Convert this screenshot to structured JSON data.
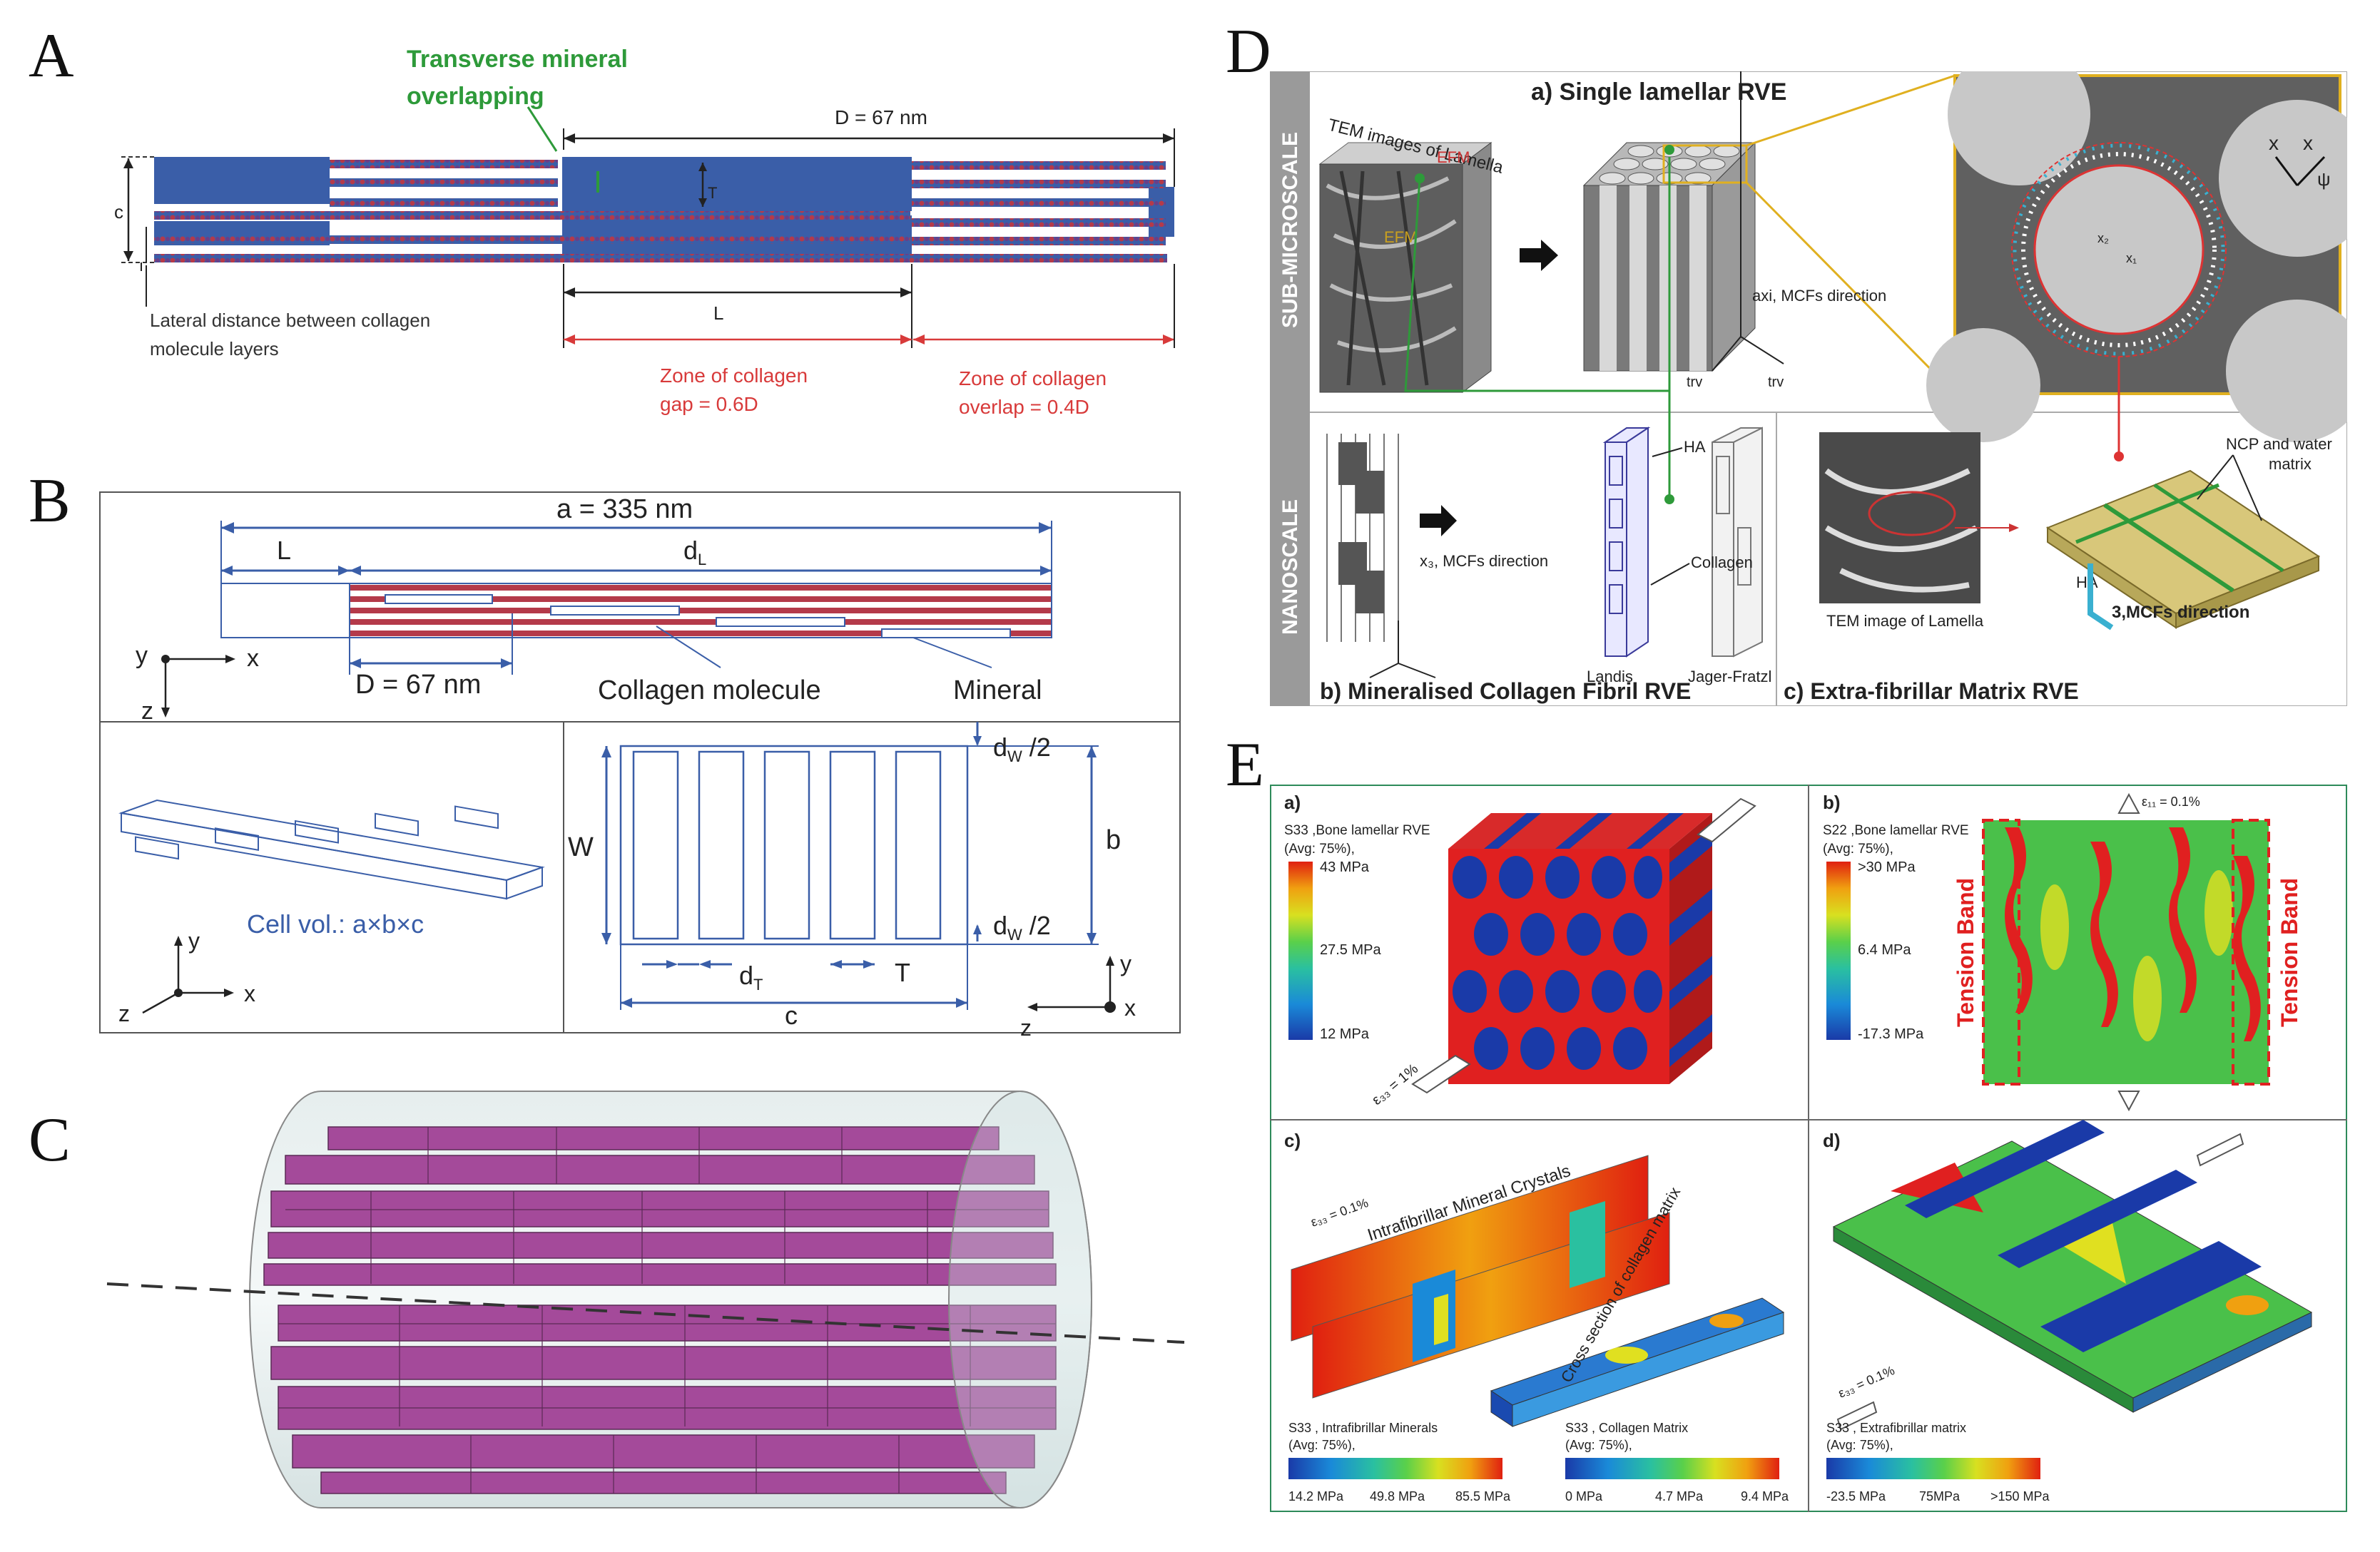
{
  "panel_letters": {
    "A": "A",
    "B": "B",
    "C": "C",
    "D": "D",
    "E": "E"
  },
  "colors": {
    "collagen_blue": "#3a5ea8",
    "molecule_red": "#b43a4a",
    "dim_red": "#d83a3a",
    "green_label": "#2e9a3a",
    "magenta": "#a44a9a",
    "cyl": "#c8d8d6"
  },
  "panelA": {
    "transverse_label_1": "Transverse mineral",
    "transverse_label_2": "overlapping",
    "D_label": "D = 67 nm",
    "c_label": "c",
    "T_label": "T",
    "L_label": "L",
    "lateral_1": "Lateral distance between collagen",
    "lateral_2": "molecule layers",
    "gap_1": "Zone of collagen",
    "gap_2": "gap = 0.6D",
    "overlap_1": "Zone of collagen",
    "overlap_2": "overlap = 0.4D"
  },
  "panelB": {
    "a_label": "a = 335 nm",
    "L_label": "L",
    "dL_label": "d",
    "dL_sub": "L",
    "D_label": "D = 67 nm",
    "y_label": "y",
    "x_label": "x",
    "z_label": "z",
    "collagen_label": "Collagen molecule",
    "mineral_label": "Mineral",
    "cellvol_label": "Cell vol.: a×b×c",
    "W_label": "W",
    "b_label": "b",
    "dw_label": "d",
    "dw_sub": "W",
    "dw_suffix": " /2",
    "dT_label": "d",
    "dT_sub": "T",
    "T_label": "T",
    "c_label": "c",
    "y2": "y",
    "x2": "x",
    "z2": "z"
  },
  "panelD": {
    "sub_microscale": "SUB-MICROSCALE",
    "nanoscale": "NANOSCALE",
    "title_a": "a) Single lamellar RVE",
    "tem_label": "TEM images of Lamella",
    "efm": "EFM",
    "mcf": "EFM",
    "axi": "axi, MCFs direction",
    "trv1": "trv",
    "trv2": "trv",
    "x2": "x",
    "x1": "x₁",
    "psi": "ψ",
    "x3_mcf": "x₃, MCFs direction",
    "x2b": "x₂",
    "ha": "HA",
    "collagen": "Collagen",
    "landis": "Landis",
    "jager": "Jager-Fratzl",
    "title_b": "b) Mineralised Collagen Fibril RVE",
    "tem2": "TEM image of Lamella",
    "ncp_1": "NCP and water",
    "ncp_2": "matrix",
    "ha2": "HA",
    "mcf_dir": "3,MCFs direction",
    "title_c": "c) Extra-fibrillar Matrix RVE"
  },
  "panelE": {
    "a_label": "a)",
    "a_s": "S33 ,Bone lamellar RVE",
    "a_avg": "(Avg: 75%),",
    "a_max": "43 MPa",
    "a_mid": "27.5 MPa",
    "a_min": "12 MPa",
    "a_eps": "ε₃₃ = 1%",
    "b_label": "b)",
    "b_s": "S22 ,Bone lamellar RVE",
    "b_avg": "(Avg: 75%),",
    "b_max": ">30 MPa",
    "b_mid": "6.4 MPa",
    "b_min": "-17.3 MPa",
    "b_eps": "ε₁₁ = 0.1%",
    "tension": "Tension Band",
    "c_label": "c)",
    "c_eps": "ε₃₃ = 0.1%",
    "c_intra": "Intrafibrillar Mineral Crystals",
    "c_cross": "Cross section of collagen matrix",
    "c_s1": "S33 , Intrafibrillar Minerals",
    "c_avg1": "(Avg: 75%),",
    "c_min1": "14.2 MPa",
    "c_mid1": "49.8 MPa",
    "c_max1": "85.5 MPa",
    "c_s2": "S33 , Collagen Matrix",
    "c_avg2": "(Avg: 75%),",
    "c_min2": "0 MPa",
    "c_mid2": "4.7 MPa",
    "c_max2": "9.4 MPa",
    "d_label": "d)",
    "d_eps": "ε₃₃ = 0.1%",
    "d_s": "S33 , Extrafibrillar matrix",
    "d_avg": "(Avg: 75%),",
    "d_min": "-23.5 MPa",
    "d_mid": "75MPa",
    "d_max": ">150 MPa"
  }
}
